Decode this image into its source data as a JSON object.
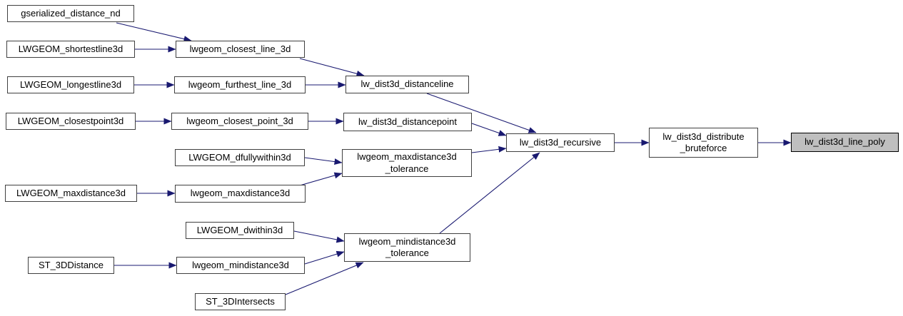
{
  "diagram": {
    "type": "call-graph",
    "highlighted_node": "lw_dist3d_line_poly",
    "colors": {
      "edge": "#191970",
      "node_border": "#404040",
      "node_background": "#ffffff",
      "highlighted_background": "#bfbfbf",
      "text": "#000000"
    }
  },
  "nodes": {
    "gserialized_distance_nd": {
      "label": "gserialized_distance_nd"
    },
    "LWGEOM_shortestline3d": {
      "label": "LWGEOM_shortestline3d"
    },
    "LWGEOM_longestline3d": {
      "label": "LWGEOM_longestline3d"
    },
    "LWGEOM_closestpoint3d": {
      "label": "LWGEOM_closestpoint3d"
    },
    "LWGEOM_maxdistance3d": {
      "label": "LWGEOM_maxdistance3d"
    },
    "ST_3DDistance": {
      "label": "ST_3DDistance"
    },
    "lwgeom_closest_line_3d": {
      "label": "lwgeom_closest_line_3d"
    },
    "lwgeom_furthest_line_3d": {
      "label": "lwgeom_furthest_line_3d"
    },
    "lwgeom_closest_point_3d": {
      "label": "lwgeom_closest_point_3d"
    },
    "LWGEOM_dfullywithin3d": {
      "label": "LWGEOM_dfullywithin3d"
    },
    "lwgeom_maxdistance3d": {
      "label": "lwgeom_maxdistance3d"
    },
    "LWGEOM_dwithin3d": {
      "label": "LWGEOM_dwithin3d"
    },
    "lwgeom_mindistance3d": {
      "label": "lwgeom_mindistance3d"
    },
    "ST_3DIntersects": {
      "label": "ST_3DIntersects"
    },
    "lw_dist3d_distanceline": {
      "label": "lw_dist3d_distanceline"
    },
    "lw_dist3d_distancepoint": {
      "label": "lw_dist3d_distancepoint"
    },
    "lwgeom_maxdistance3d_tolerance": {
      "label": "lwgeom_maxdistance3d\n_tolerance"
    },
    "lwgeom_mindistance3d_tolerance": {
      "label": "lwgeom_mindistance3d\n_tolerance"
    },
    "lw_dist3d_recursive": {
      "label": "lw_dist3d_recursive"
    },
    "lw_dist3d_distribute_bruteforce": {
      "label": "lw_dist3d_distribute\n_bruteforce"
    },
    "lw_dist3d_line_poly": {
      "label": "lw_dist3d_line_poly"
    }
  },
  "edges": [
    [
      "gserialized_distance_nd",
      "lwgeom_closest_line_3d"
    ],
    [
      "LWGEOM_shortestline3d",
      "lwgeom_closest_line_3d"
    ],
    [
      "LWGEOM_longestline3d",
      "lwgeom_furthest_line_3d"
    ],
    [
      "lwgeom_closest_line_3d",
      "lw_dist3d_distanceline"
    ],
    [
      "lwgeom_furthest_line_3d",
      "lw_dist3d_distanceline"
    ],
    [
      "LWGEOM_closestpoint3d",
      "lwgeom_closest_point_3d"
    ],
    [
      "lwgeom_closest_point_3d",
      "lw_dist3d_distancepoint"
    ],
    [
      "lw_dist3d_distanceline",
      "lw_dist3d_recursive"
    ],
    [
      "lw_dist3d_distancepoint",
      "lw_dist3d_recursive"
    ],
    [
      "LWGEOM_dfullywithin3d",
      "lwgeom_maxdistance3d_tolerance"
    ],
    [
      "LWGEOM_maxdistance3d",
      "lwgeom_maxdistance3d"
    ],
    [
      "lwgeom_maxdistance3d",
      "lwgeom_maxdistance3d_tolerance"
    ],
    [
      "lwgeom_maxdistance3d_tolerance",
      "lw_dist3d_recursive"
    ],
    [
      "LWGEOM_dwithin3d",
      "lwgeom_mindistance3d_tolerance"
    ],
    [
      "ST_3DDistance",
      "lwgeom_mindistance3d"
    ],
    [
      "lwgeom_mindistance3d",
      "lwgeom_mindistance3d_tolerance"
    ],
    [
      "ST_3DIntersects",
      "lwgeom_mindistance3d_tolerance"
    ],
    [
      "lwgeom_mindistance3d_tolerance",
      "lw_dist3d_recursive"
    ],
    [
      "lw_dist3d_recursive",
      "lw_dist3d_distribute_bruteforce"
    ],
    [
      "lw_dist3d_distribute_bruteforce",
      "lw_dist3d_line_poly"
    ]
  ]
}
